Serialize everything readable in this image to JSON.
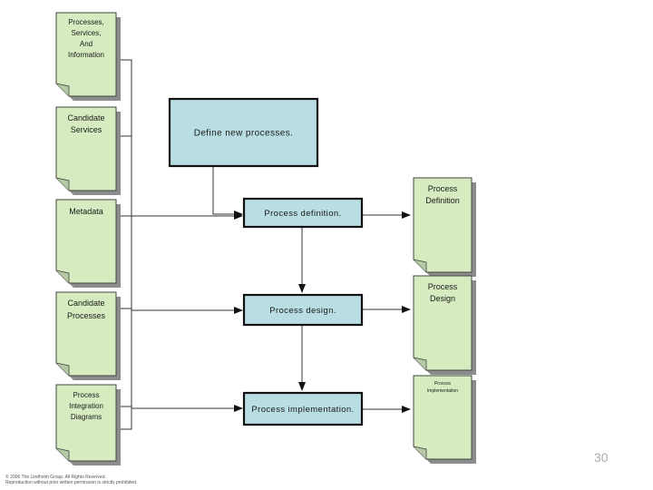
{
  "colors": {
    "doc_fill": "#d6ecc0",
    "doc_shadow": "#8c8c8c",
    "process_fill": "#b8dde3",
    "line": "#333333",
    "page_number": "#aaaaaa"
  },
  "inputs": [
    {
      "id": "input-processes",
      "lines": [
        "Processes,",
        "Services,",
        "And",
        "Information"
      ]
    },
    {
      "id": "input-candidate-services",
      "lines": [
        "Candidate",
        "Services"
      ]
    },
    {
      "id": "input-metadata",
      "lines": [
        "Metadata"
      ]
    },
    {
      "id": "input-candidate-processes",
      "lines": [
        "Candidate",
        "Processes"
      ]
    },
    {
      "id": "input-integration-diagrams",
      "lines": [
        "Process",
        "Integration",
        "Diagrams"
      ]
    }
  ],
  "main_process": {
    "label": "Define new processes."
  },
  "steps": [
    {
      "id": "step-definition",
      "label": "Process definition."
    },
    {
      "id": "step-design",
      "label": "Process design."
    },
    {
      "id": "step-implementation",
      "label": "Process implementation."
    }
  ],
  "outputs": [
    {
      "id": "output-definition",
      "lines": [
        "Process",
        "Definition"
      ]
    },
    {
      "id": "output-design",
      "lines": [
        "Process",
        "Design"
      ]
    },
    {
      "id": "output-implementation",
      "lines": [
        "Process",
        "Implementation"
      ]
    }
  ],
  "footer": {
    "line1": "© 2006 The Lindholm Group. All Rights Reserved.",
    "line2": "Reproduction without prior written permission is strictly prohibited."
  },
  "page_number": "30"
}
